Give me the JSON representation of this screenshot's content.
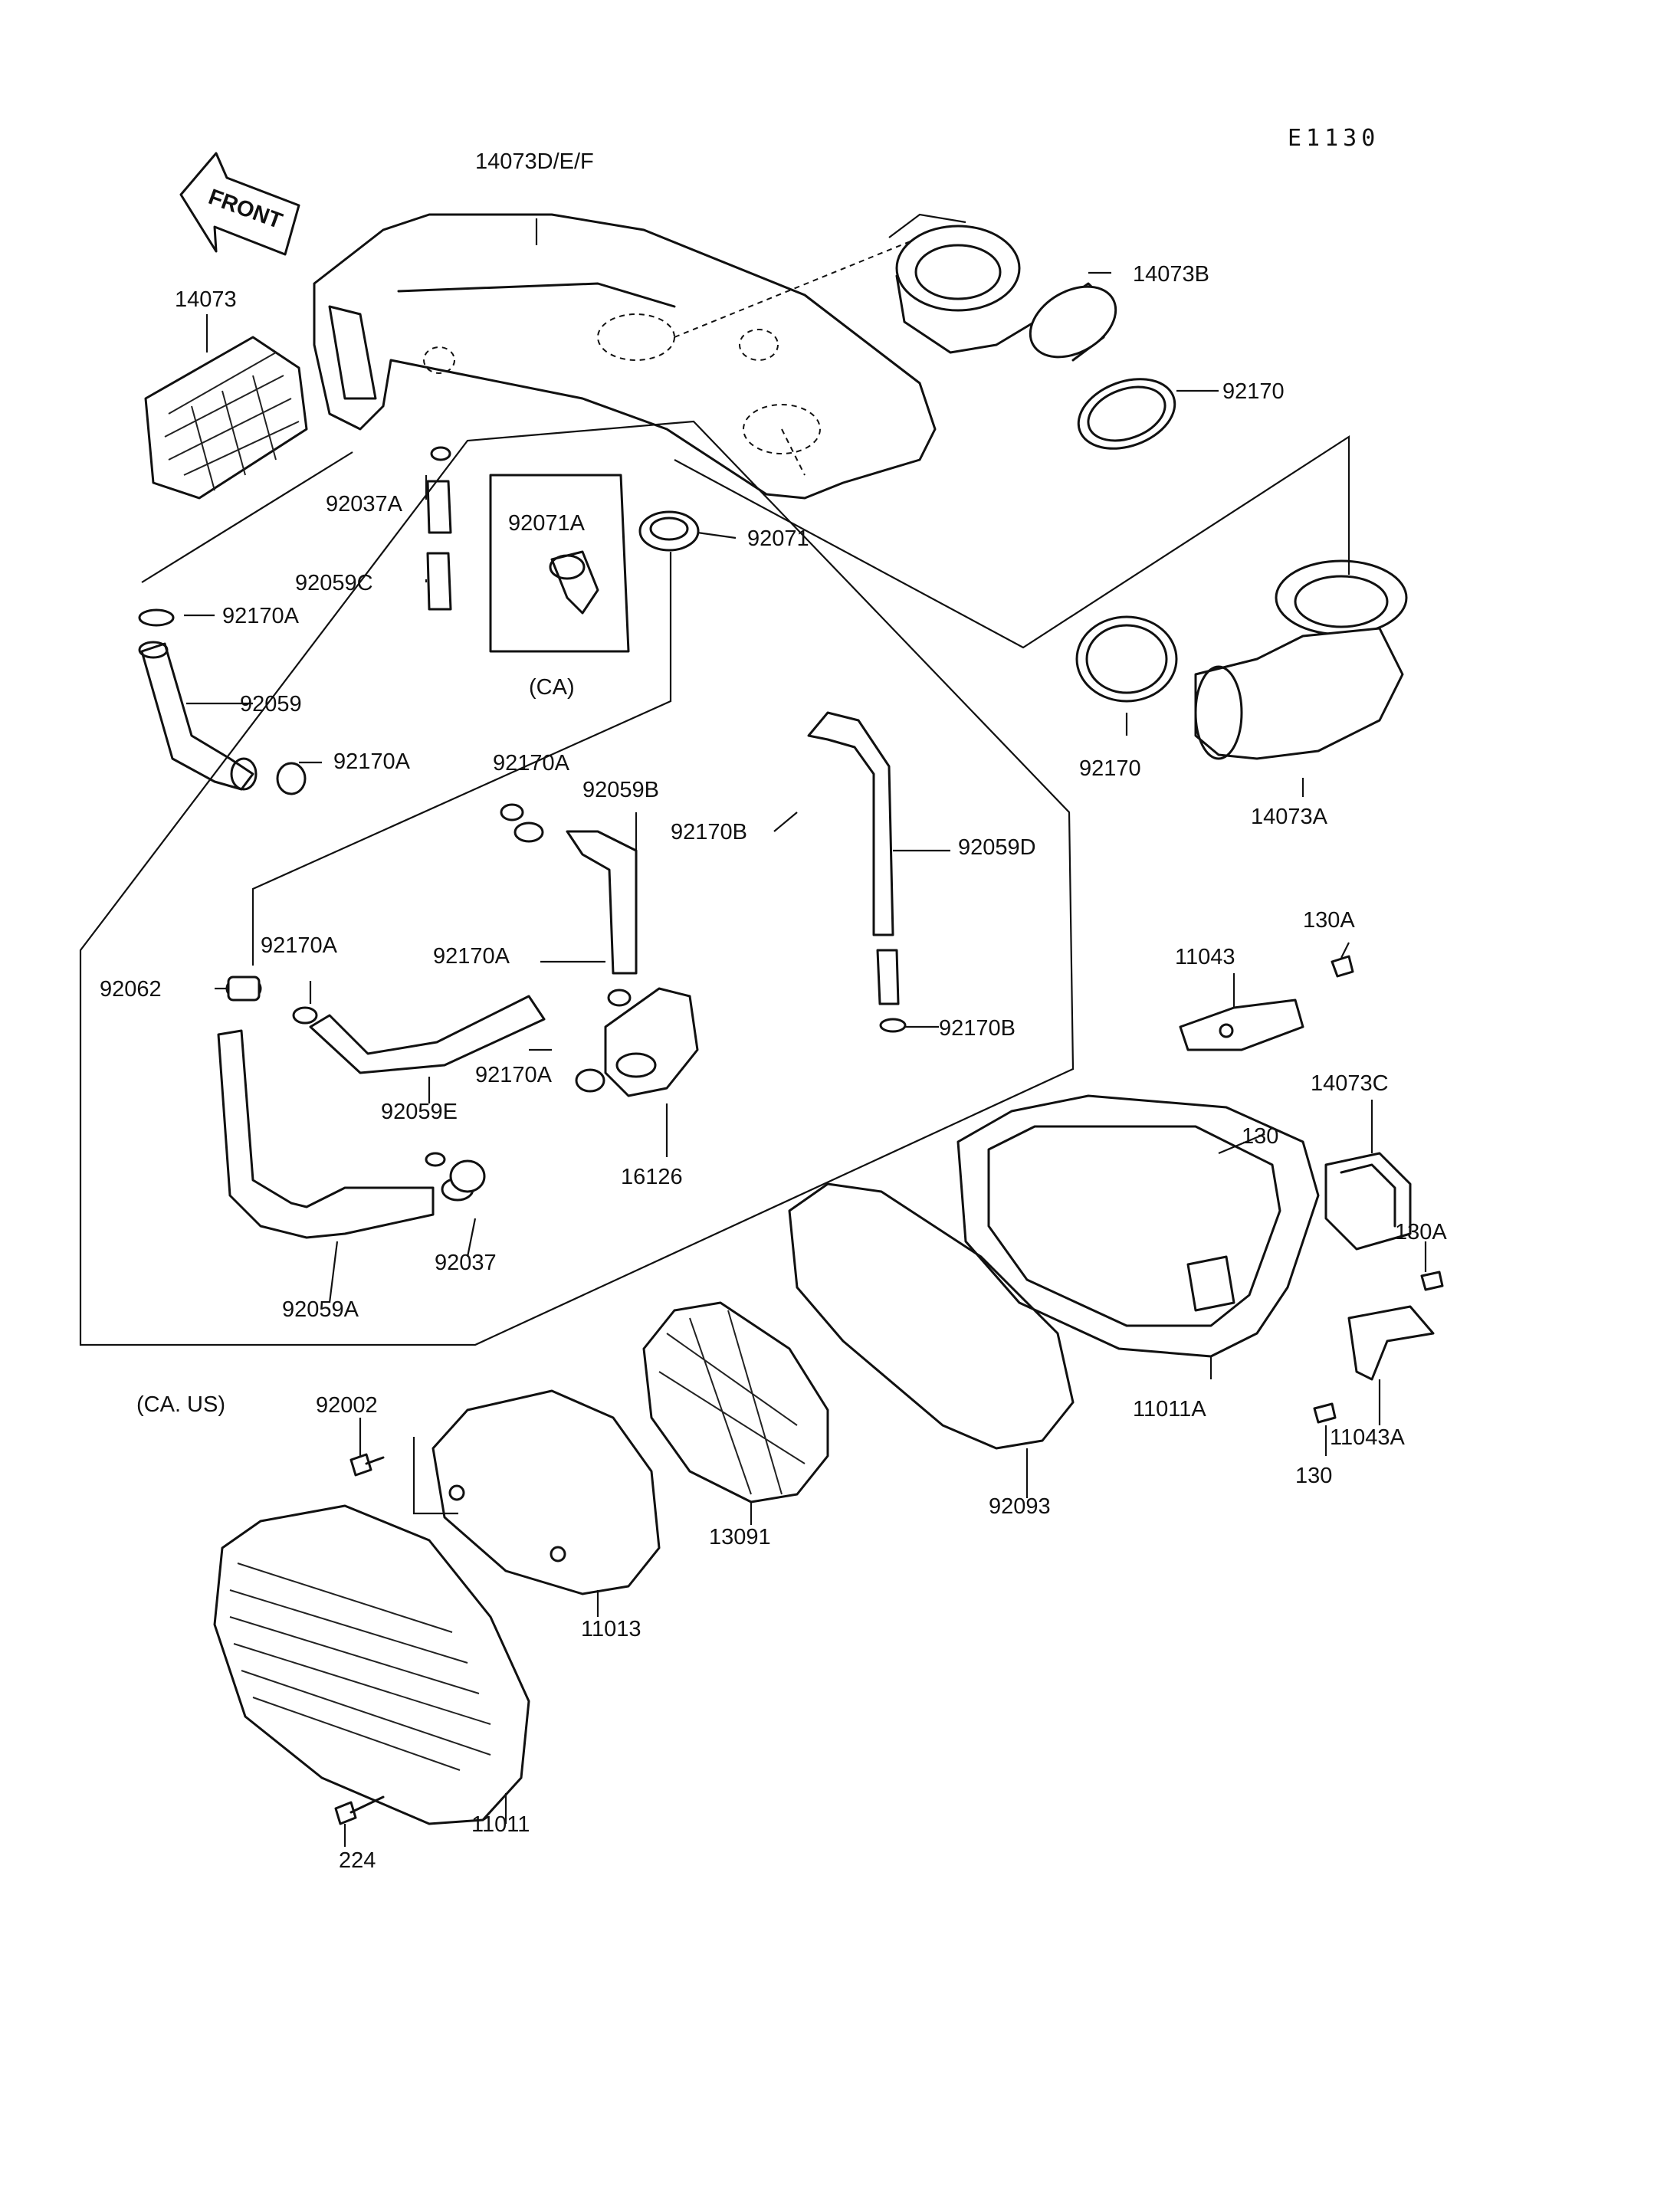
{
  "diagram_code": "E1130",
  "front_arrow": {
    "label": "FRONT",
    "icon": "front-arrow-icon"
  },
  "group_labels": {
    "ca": "(CA)",
    "ca_us": "(CA. US)"
  },
  "parts": {
    "p14073def": "14073D/E/F",
    "p14073": "14073",
    "p14073b": "14073B",
    "p92170_top": "92170",
    "p92037a": "92037A",
    "p92071a": "92071A",
    "p92071": "92071",
    "p92059c": "92059C",
    "p92170a_1": "92170A",
    "p92059": "92059",
    "p92170a_2": "92170A",
    "p92170_mid": "92170",
    "p14073a": "14073A",
    "p92170a_3": "92170A",
    "p92059b": "92059B",
    "p92170b_1": "92170B",
    "p92059d": "92059D",
    "p92062": "92062",
    "p92170a_4": "92170A",
    "p92170a_5": "92170A",
    "p92170a_6": "92170A",
    "p92059e": "92059E",
    "p16126": "16126",
    "p92170b_2": "92170B",
    "p11043": "11043",
    "p130a_1": "130A",
    "p130_1": "130",
    "p14073c": "14073C",
    "p92037": "92037",
    "p92059a": "92059A",
    "p130a_2": "130A",
    "p11011a": "11011A",
    "p11043a": "11043A",
    "p130_2": "130",
    "p92002": "92002",
    "p92093": "92093",
    "p13091": "13091",
    "p11013": "11013",
    "p11011": "11011",
    "p224": "224"
  }
}
